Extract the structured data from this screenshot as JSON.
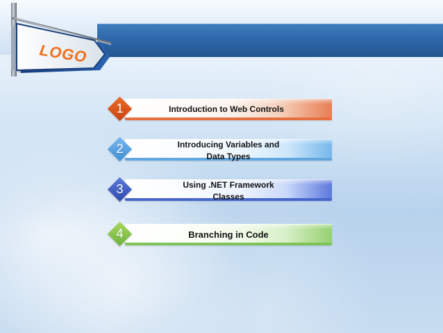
{
  "header": {
    "title": "Contents",
    "logo_text": "LOGO"
  },
  "items": [
    {
      "number": "1",
      "label": "Introduction to Web Controls"
    },
    {
      "number": "2",
      "label": "Introducing Variables and\nData Types"
    },
    {
      "number": "3",
      "label": "Using .NET Framework\nClasses"
    },
    {
      "number": "4",
      "label": "Branching in Code"
    }
  ],
  "colors": {
    "header_blue": "#2d67a9",
    "orange": "#e66f3f",
    "light_blue": "#61a6df",
    "royal_blue": "#4766cc",
    "green": "#7fc257"
  },
  "icons": {
    "logo_sign": "signpost-logo-icon"
  }
}
